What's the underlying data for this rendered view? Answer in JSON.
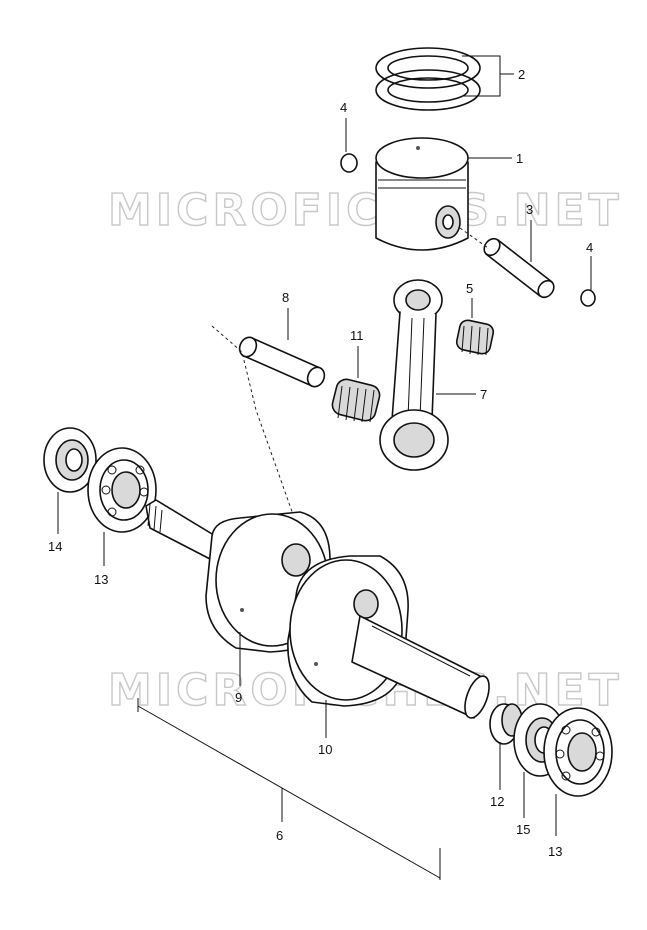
{
  "watermarks": [
    "MICROFICHES.NET",
    "MICROFICHES.NET"
  ],
  "callouts": [
    {
      "id": "1",
      "text": "1"
    },
    {
      "id": "2",
      "text": "2"
    },
    {
      "id": "3",
      "text": "3"
    },
    {
      "id": "4a",
      "text": "4"
    },
    {
      "id": "4b",
      "text": "4"
    },
    {
      "id": "5",
      "text": "5"
    },
    {
      "id": "6",
      "text": "6"
    },
    {
      "id": "7",
      "text": "7"
    },
    {
      "id": "8",
      "text": "8"
    },
    {
      "id": "9",
      "text": "9"
    },
    {
      "id": "10",
      "text": "10"
    },
    {
      "id": "11",
      "text": "11"
    },
    {
      "id": "12",
      "text": "12"
    },
    {
      "id": "13a",
      "text": "13"
    },
    {
      "id": "13b",
      "text": "13"
    },
    {
      "id": "14",
      "text": "14"
    },
    {
      "id": "15",
      "text": "15"
    }
  ]
}
